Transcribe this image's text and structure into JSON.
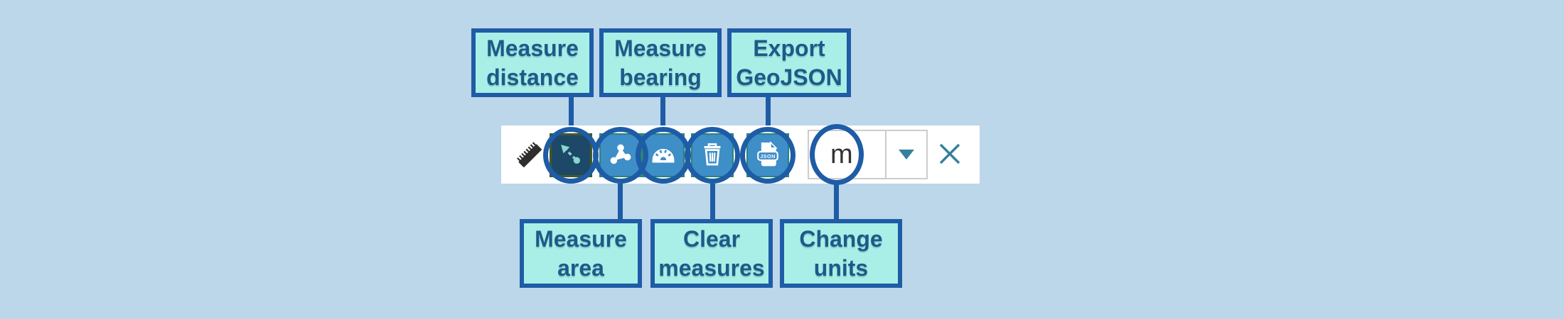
{
  "background_color": "#BCD6EA",
  "colors": {
    "callout_border": "#1E5CA6",
    "callout_fill": "#A9EFE7",
    "callout_text": "#1E5A88",
    "toolbar_background": "#FFFFFF",
    "button_fill": "#3E8EC7",
    "button_border": "#2A8577",
    "active_button_fill": "#1D4867",
    "active_button_border": "#3F5A28",
    "distance_icon_stroke": "#86D8CC",
    "teal_icon": "#35809B",
    "unit_text": "#333333",
    "select_border": "#CCCCCC",
    "ruler_icon": "#2E2E2E"
  },
  "callouts": {
    "top": [
      {
        "label": "Measure distance"
      },
      {
        "label": "Measure bearing"
      },
      {
        "label": "Export GeoJSON"
      }
    ],
    "bottom": [
      {
        "label": "Measure area"
      },
      {
        "label": "Clear measures"
      },
      {
        "label": "Change units"
      }
    ]
  },
  "toolbar": {
    "leading_icon": "ruler-icon",
    "buttons": [
      {
        "name": "measure-distance",
        "icon": "distance-arrow-icon",
        "active": true
      },
      {
        "name": "measure-area",
        "icon": "area-polygon-icon",
        "active": false
      },
      {
        "name": "measure-bearing",
        "icon": "protractor-icon",
        "active": false
      },
      {
        "name": "clear-measures",
        "icon": "trash-icon",
        "active": false
      },
      {
        "name": "export-geojson",
        "icon": "json-file-icon",
        "active": false
      }
    ],
    "json_badge_text": "JSON",
    "units": {
      "value": "m"
    },
    "dropdown_icon": "caret-down-icon",
    "close_icon": "close-x-icon"
  }
}
